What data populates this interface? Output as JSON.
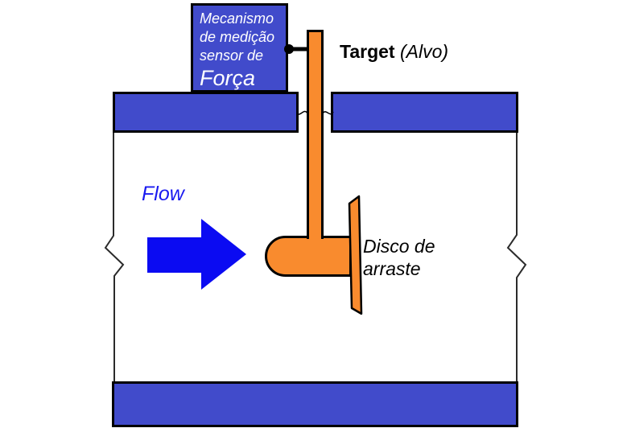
{
  "diagram": {
    "kind": "target-flow-meter-diagram",
    "sensor_box": {
      "lines": "Mecanismo\nde medição\nsensor de",
      "force_word": "Força"
    },
    "labels": {
      "target_bold": "Target",
      "target_italic": " (Alvo)",
      "flow": "Flow",
      "disc": "Disco de\narraste"
    },
    "colors": {
      "wall_blue": "#414BCB",
      "sensor_blue": "#414BCB",
      "arrow_blue": "#0B0BF2",
      "flow_text_blue": "#1A1AF0",
      "orange": "#F98B2E",
      "outline_black": "#000000",
      "pipe_line": "#2b2b2b"
    }
  }
}
